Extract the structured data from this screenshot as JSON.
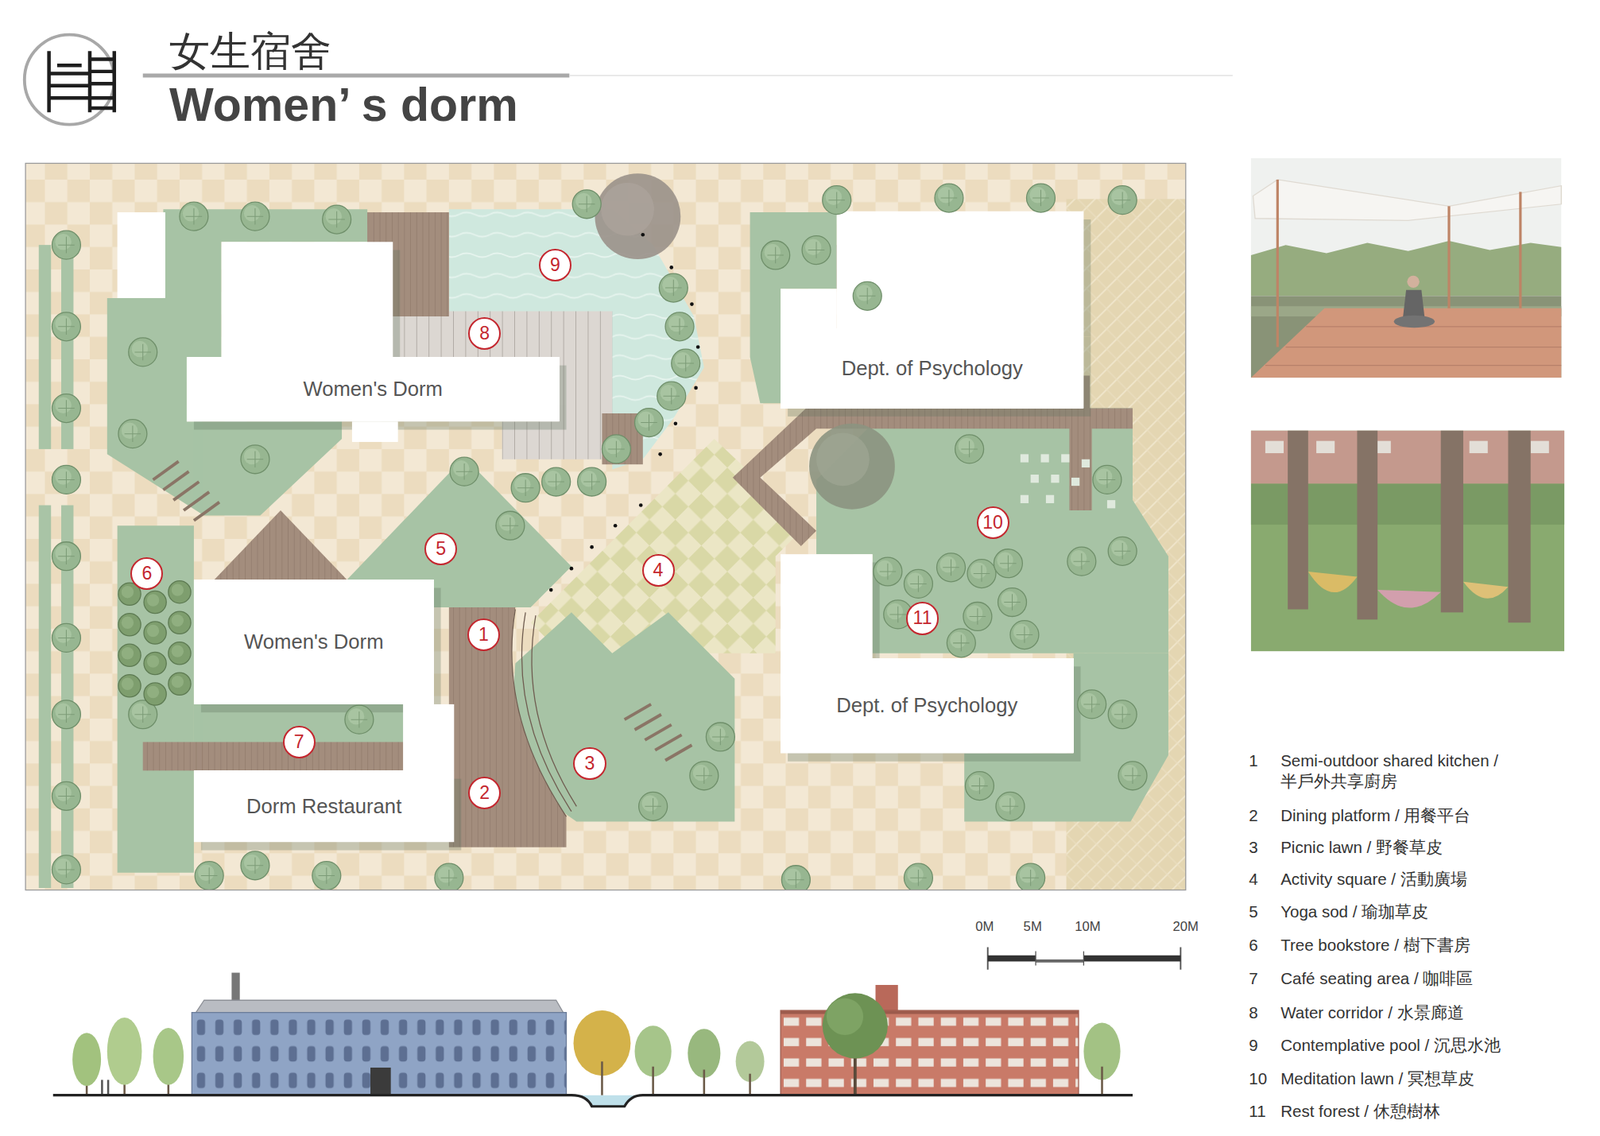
{
  "diagram": {
    "title": "Women’ s dorm",
    "nodes": [
      {
        "text": [
          "Women's Dorm"
        ]
      },
      {
        "text": [
          "Dept. of Psychology"
        ]
      },
      {
        "text": [
          "Women's Dorm"
        ]
      },
      {
        "text": [
          "Dept. of Psychology"
        ]
      },
      {
        "text": [
          "Dorm Restaurant"
        ]
      },
      {
        "text": [
          "1"
        ]
      },
      {
        "text": [
          "2"
        ]
      },
      {
        "text": [
          "3"
        ]
      },
      {
        "text": [
          "4"
        ]
      },
      {
        "text": [
          "5"
        ]
      },
      {
        "text": [
          "6"
        ]
      },
      {
        "text": [
          "7"
        ]
      },
      {
        "text": [
          "8"
        ]
      },
      {
        "text": [
          "9"
        ]
      },
      {
        "text": [
          "10"
        ]
      },
      {
        "text": [
          "11"
        ]
      }
    ],
    "labels": [
      "女生宿舍",
      "0M",
      "5M",
      "10M",
      "20M",
      "1",
      "Semi-outdoor shared kitchen / 半戶外共享廚房",
      "2",
      "Dining platform / 用餐平台",
      "3",
      "Picnic lawn / 野餐草皮",
      "4",
      "Activity square / 活動廣場",
      "5",
      "Yoga sod / 瑜珈草皮",
      "6",
      "Tree bookstore / 樹下書房",
      "7",
      "Café seating area / 咖啡區",
      "8",
      "Water corridor / 水景廊道",
      "9",
      "Contemplative pool / 沉思水池",
      "10",
      "Meditation lawn / 冥想草皮",
      "11",
      "Rest forest / 休憩樹林"
    ]
  }
}
